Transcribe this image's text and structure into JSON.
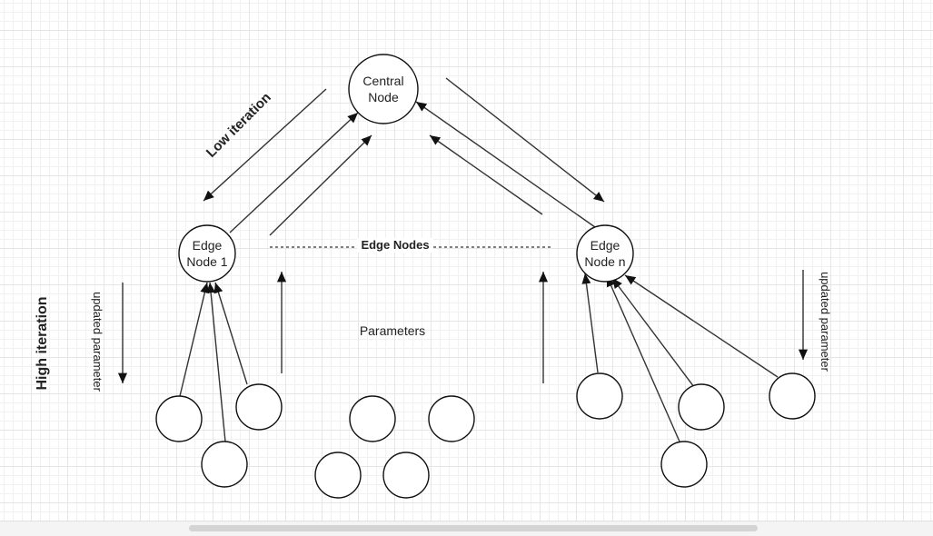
{
  "diagram": {
    "central_node": {
      "line1": "Central",
      "line2": "Node"
    },
    "edge_node_1": {
      "line1": "Edge",
      "line2": "Node 1"
    },
    "edge_node_n": {
      "line1": "Edge",
      "line2": "Node n"
    },
    "edge_nodes_label": "Edge Nodes",
    "parameters_label": "Parameters",
    "low_iteration_label": "Low iteration",
    "high_iteration_label": "High iteration",
    "updated_parameter_left": "updated parameter",
    "updated_parameter_right": "updated parameter"
  }
}
